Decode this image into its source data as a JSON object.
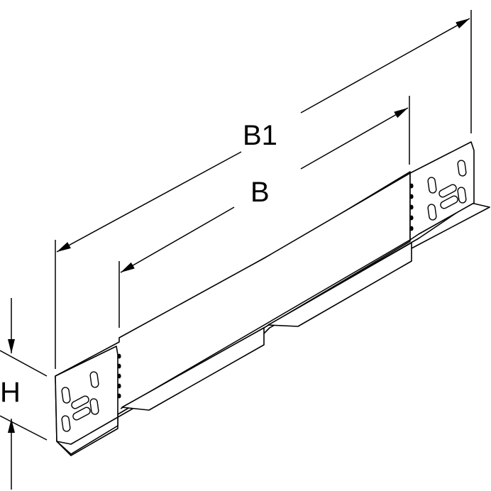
{
  "drawing": {
    "dimension_labels": {
      "b1": "B1",
      "b": "B",
      "h": "H"
    },
    "colors": {
      "line": "#000000",
      "background": "#ffffff"
    }
  }
}
